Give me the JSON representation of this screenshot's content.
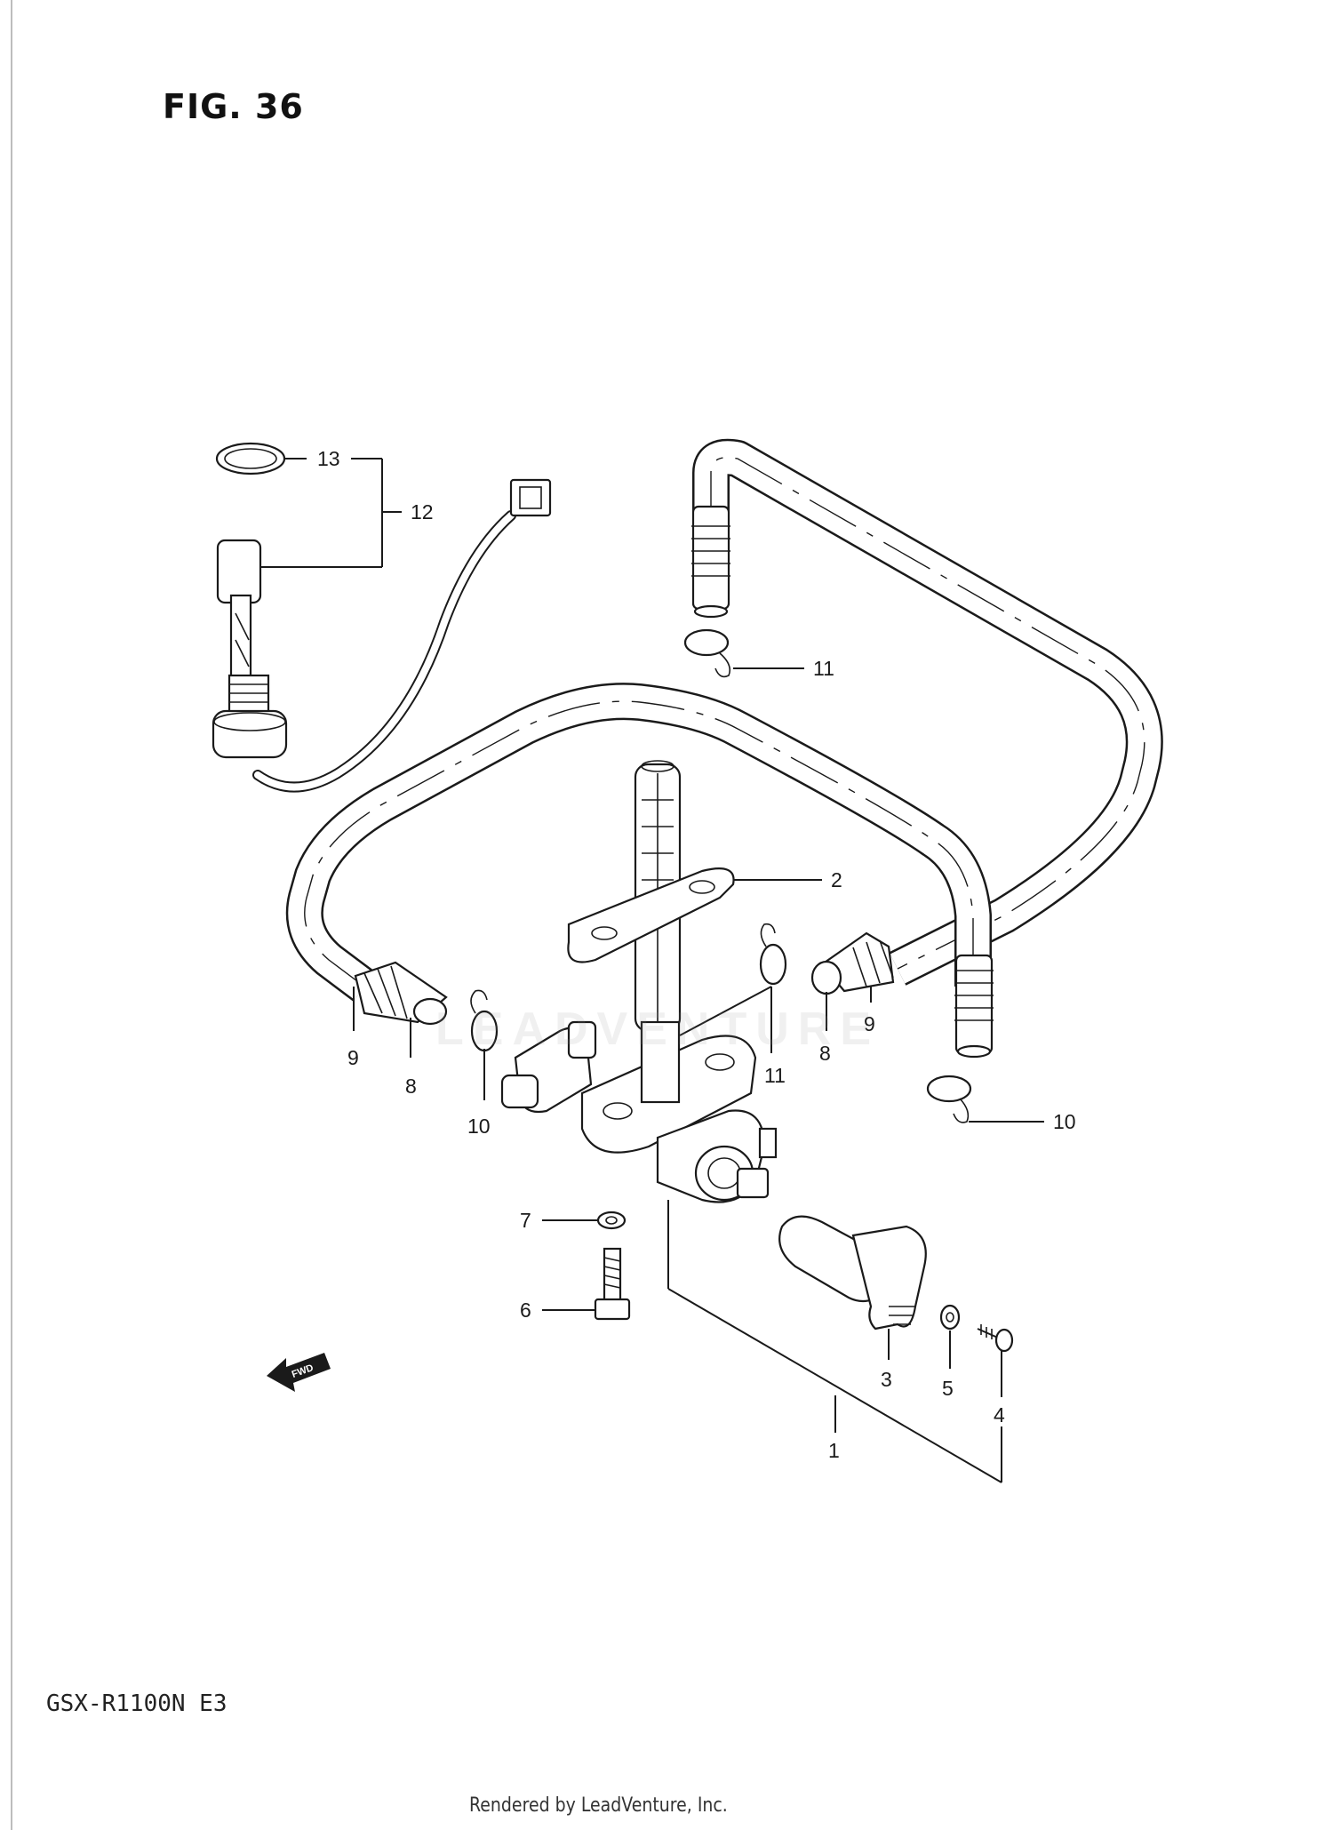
{
  "figure": {
    "title": "FIG. 36",
    "model_code": "GSX-R1100N E3",
    "render_credit": "Rendered by LeadVenture, Inc.",
    "watermark": "LEADVENTURE",
    "fwd_label": "FWD"
  },
  "callouts": [
    {
      "id": "13",
      "label": "13"
    },
    {
      "id": "12",
      "label": "12"
    },
    {
      "id": "11a",
      "label": "11"
    },
    {
      "id": "2",
      "label": "2"
    },
    {
      "id": "9a",
      "label": "9"
    },
    {
      "id": "8a",
      "label": "8"
    },
    {
      "id": "10a",
      "label": "10"
    },
    {
      "id": "11b",
      "label": "11"
    },
    {
      "id": "8b",
      "label": "8"
    },
    {
      "id": "9b",
      "label": "9"
    },
    {
      "id": "10b",
      "label": "10"
    },
    {
      "id": "7",
      "label": "7"
    },
    {
      "id": "6",
      "label": "6"
    },
    {
      "id": "3",
      "label": "3"
    },
    {
      "id": "5",
      "label": "5"
    },
    {
      "id": "4",
      "label": "4"
    },
    {
      "id": "1",
      "label": "1"
    }
  ],
  "colors": {
    "ink": "#1a1a1a",
    "paper": "#ffffff"
  }
}
